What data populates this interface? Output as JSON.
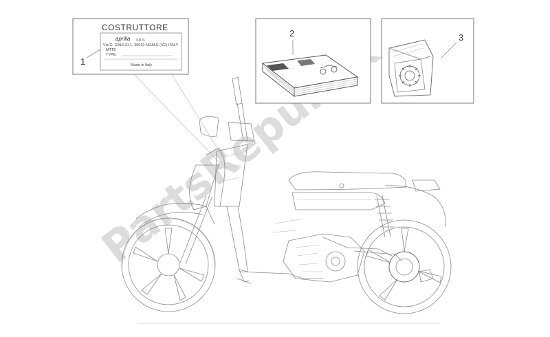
{
  "callouts": [
    "1",
    "2",
    "3"
  ],
  "plate": {
    "heading": "COSTRUTTORE",
    "brand": "aprilia",
    "brand_suffix": "s.p.a.",
    "address": "Via G. GALILEI 1, 30033 NOALE (VE) ITALY",
    "line_mtte": "MTTE",
    "line_type": "TYPE:",
    "footer": "Made in Italy"
  },
  "watermark": "PartsRepublik"
}
